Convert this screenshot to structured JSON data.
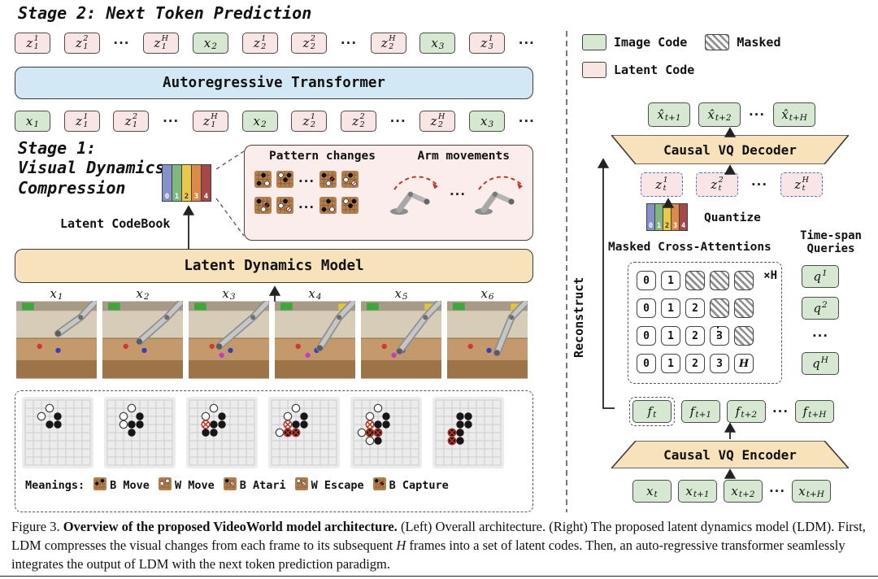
{
  "ellipsis": "···",
  "stage2": {
    "title": "Stage 2: Next Token Prediction",
    "transformer_label": "Autoregressive Transformer",
    "top_tokens": [
      {
        "b": "z",
        "sb": "1",
        "sp": "1",
        "c": "pink"
      },
      {
        "b": "z",
        "sb": "1",
        "sp": "2",
        "c": "pink"
      },
      {
        "dots": true
      },
      {
        "b": "z",
        "sb": "1",
        "sp": "H",
        "c": "pink"
      },
      {
        "b": "x",
        "sb": "2",
        "c": "green"
      },
      {
        "b": "z",
        "sb": "2",
        "sp": "1",
        "c": "pink"
      },
      {
        "b": "z",
        "sb": "2",
        "sp": "2",
        "c": "pink"
      },
      {
        "dots": true
      },
      {
        "b": "z",
        "sb": "2",
        "sp": "H",
        "c": "pink"
      },
      {
        "b": "x",
        "sb": "3",
        "c": "green"
      },
      {
        "b": "z",
        "sb": "3",
        "sp": "1",
        "c": "pink"
      },
      {
        "dots": true
      }
    ],
    "bottom_tokens": [
      {
        "b": "x",
        "sb": "1",
        "c": "green"
      },
      {
        "b": "z",
        "sb": "1",
        "sp": "1",
        "c": "pink"
      },
      {
        "b": "z",
        "sb": "1",
        "sp": "2",
        "c": "pink"
      },
      {
        "dots": true
      },
      {
        "b": "z",
        "sb": "1",
        "sp": "H",
        "c": "pink"
      },
      {
        "b": "x",
        "sb": "2",
        "c": "green"
      },
      {
        "b": "z",
        "sb": "2",
        "sp": "1",
        "c": "pink"
      },
      {
        "b": "z",
        "sb": "2",
        "sp": "2",
        "c": "pink"
      },
      {
        "dots": true
      },
      {
        "b": "z",
        "sb": "2",
        "sp": "H",
        "c": "pink"
      },
      {
        "b": "x",
        "sb": "3",
        "c": "green"
      },
      {
        "dots": true
      }
    ]
  },
  "stage1": {
    "title_lines": [
      "Stage 1:",
      "Visual Dynamics",
      "Compression"
    ],
    "codebook_label": "Latent CodeBook",
    "codebook_cells": [
      "0",
      "1",
      "2",
      "3",
      "4"
    ],
    "codebook_colors": [
      "#8691C9",
      "#7FB77E",
      "#E9C94A",
      "#DC8A4A",
      "#A64848"
    ],
    "ldm_label": "Latent Dynamics Model",
    "pattern_box": {
      "left_title": "Pattern changes",
      "right_title": "Arm movements"
    },
    "frames": [
      {
        "b": "x",
        "sb": "1",
        "grip": [
          52,
          40
        ],
        "magenta": false,
        "yellow": false
      },
      {
        "b": "x",
        "sb": "2",
        "grip": [
          46,
          50
        ],
        "magenta": false,
        "yellow": false
      },
      {
        "b": "x",
        "sb": "3",
        "grip": [
          38,
          56
        ],
        "magenta": true,
        "yellow": false
      },
      {
        "b": "x",
        "sb": "4",
        "grip": [
          56,
          58
        ],
        "magenta": true,
        "yellow": true
      },
      {
        "b": "x",
        "sb": "5",
        "grip": [
          48,
          62
        ],
        "magenta": true,
        "yellow": true
      },
      {
        "b": "x",
        "sb": "6",
        "grip": [
          62,
          64
        ],
        "magenta": false,
        "yellow": true
      }
    ],
    "boards": [
      {
        "stones": [
          [
            1,
            3,
            "w"
          ],
          [
            2,
            2,
            "w"
          ],
          [
            2,
            4,
            "b"
          ],
          [
            3,
            3,
            "b"
          ],
          [
            3,
            4,
            "b"
          ]
        ]
      },
      {
        "stones": [
          [
            1,
            3,
            "w"
          ],
          [
            2,
            2,
            "w"
          ],
          [
            3,
            2,
            "w"
          ],
          [
            2,
            4,
            "b"
          ],
          [
            3,
            3,
            "b"
          ],
          [
            3,
            4,
            "b"
          ],
          [
            4,
            3,
            "b"
          ]
        ]
      },
      {
        "stones": [
          [
            1,
            3,
            "w"
          ],
          [
            2,
            2,
            "w"
          ],
          [
            3,
            2,
            "wm"
          ],
          [
            2,
            4,
            "b"
          ],
          [
            3,
            3,
            "b"
          ],
          [
            3,
            4,
            "b"
          ],
          [
            4,
            3,
            "b"
          ],
          [
            4,
            2,
            "b"
          ]
        ]
      },
      {
        "stones": [
          [
            1,
            3,
            "w"
          ],
          [
            2,
            2,
            "w"
          ],
          [
            3,
            2,
            "wm"
          ],
          [
            4,
            1,
            "w"
          ],
          [
            2,
            4,
            "b"
          ],
          [
            3,
            3,
            "b"
          ],
          [
            3,
            4,
            "b"
          ],
          [
            4,
            3,
            "bm"
          ],
          [
            4,
            2,
            "bm"
          ]
        ]
      },
      {
        "stones": [
          [
            1,
            3,
            "w"
          ],
          [
            2,
            2,
            "w"
          ],
          [
            3,
            2,
            "wm"
          ],
          [
            4,
            1,
            "w"
          ],
          [
            5,
            2,
            "w"
          ],
          [
            2,
            4,
            "b"
          ],
          [
            3,
            3,
            "b"
          ],
          [
            3,
            4,
            "b"
          ],
          [
            4,
            3,
            "bm"
          ],
          [
            4,
            2,
            "bm"
          ],
          [
            5,
            3,
            "b"
          ]
        ]
      },
      {
        "stones": [
          [
            2,
            3,
            "b"
          ],
          [
            2,
            4,
            "b"
          ],
          [
            3,
            3,
            "b"
          ],
          [
            3,
            4,
            "b"
          ],
          [
            4,
            3,
            "b"
          ],
          [
            4,
            2,
            "bm"
          ],
          [
            5,
            2,
            "bm"
          ],
          [
            5,
            3,
            "b"
          ]
        ]
      }
    ],
    "meanings": {
      "label": "Meanings:",
      "items": [
        {
          "label": "B Move"
        },
        {
          "label": "W Move"
        },
        {
          "label": "B Atari"
        },
        {
          "label": "W Escape"
        },
        {
          "label": "B Capture"
        }
      ]
    }
  },
  "right_panel": {
    "legend": [
      {
        "label": "Image Code",
        "swatch": "green"
      },
      {
        "label": "Masked",
        "swatch": "masked"
      },
      {
        "label": "Latent Code",
        "swatch": "pink"
      }
    ],
    "xhat_tokens": [
      {
        "b": "x̂",
        "sb": "t+1",
        "c": "green"
      },
      {
        "b": "x̂",
        "sb": "t+2",
        "c": "green"
      },
      {
        "dots": true
      },
      {
        "b": "x̂",
        "sb": "t+H",
        "c": "green"
      }
    ],
    "decoder_label": "Causal VQ Decoder",
    "z_tokens": [
      {
        "b": "z",
        "sb": "t",
        "sp": "1",
        "c": "pinkdash"
      },
      {
        "b": "z",
        "sb": "t",
        "sp": "2",
        "c": "pinkdash"
      },
      {
        "dots": true
      },
      {
        "b": "z",
        "sb": "t",
        "sp": "H",
        "c": "pinkdash"
      }
    ],
    "quantize_label": "Quantize",
    "mca_label": "Masked Cross-Attentions",
    "xh_label": "×H",
    "vdots": "⋮",
    "tsq_label": "Time-span\nQueries",
    "attention_rows": [
      [
        {
          "t": "0"
        },
        {
          "t": "1"
        },
        {
          "m": true
        },
        {
          "m": true
        },
        {
          "m": true
        }
      ],
      [
        {
          "t": "0"
        },
        {
          "t": "1"
        },
        {
          "t": "2"
        },
        {
          "m": true
        },
        {
          "m": true
        }
      ],
      [
        {
          "t": "0"
        },
        {
          "t": "1"
        },
        {
          "t": "2"
        },
        {
          "t": "3"
        },
        {
          "m": true
        }
      ],
      [
        {
          "t": "0"
        },
        {
          "t": "1"
        },
        {
          "t": "2"
        },
        {
          "t": "3"
        },
        {
          "t": "H"
        }
      ]
    ],
    "q_tokens": [
      {
        "b": "q",
        "sp": "1",
        "c": "green"
      },
      {
        "b": "q",
        "sp": "2",
        "c": "green"
      },
      {
        "dots": true
      },
      {
        "b": "q",
        "sp": "H",
        "c": "green"
      }
    ],
    "reconstruct_label": "Reconstruct",
    "f_tokens": [
      {
        "b": "f",
        "sb": "t",
        "c": "green",
        "dash": true
      },
      {
        "b": "f",
        "sb": "t+1",
        "c": "green"
      },
      {
        "b": "f",
        "sb": "t+2",
        "c": "green"
      },
      {
        "dots": true
      },
      {
        "b": "f",
        "sb": "t+H",
        "c": "green"
      }
    ],
    "encoder_label": "Causal VQ Encoder",
    "x_tokens": [
      {
        "b": "x",
        "sb": "t",
        "c": "green"
      },
      {
        "b": "x",
        "sb": "t+1",
        "c": "green"
      },
      {
        "b": "x",
        "sb": "t+2",
        "c": "green"
      },
      {
        "dots": true
      },
      {
        "b": "x",
        "sb": "t+H",
        "c": "green"
      }
    ]
  },
  "caption": {
    "prefix": "Figure 3. ",
    "bold": "Overview of the proposed VideoWorld model architecture.",
    "body1": " (Left) Overall architecture. (Right) The proposed latent dynamics model (LDM). First, LDM compresses the visual changes from each frame to its subsequent ",
    "italic": "H",
    "body2": " frames into a set of latent codes. Then, an auto-regressive transformer seamlessly integrates the output of LDM with the next token prediction paradigm."
  }
}
